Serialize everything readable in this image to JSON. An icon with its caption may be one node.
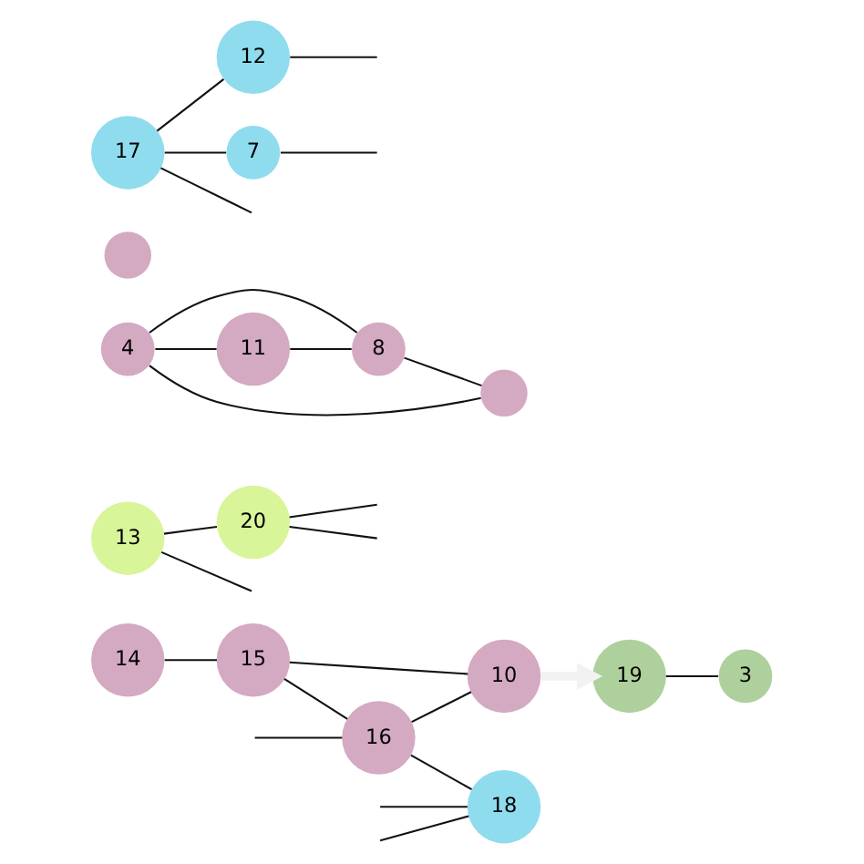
{
  "diagram": {
    "nodes": [
      {
        "text": [
          "14"
        ]
      },
      {
        "text": [
          "15"
        ]
      },
      {
        "text": [
          "16"
        ]
      },
      {
        "text": [
          "10"
        ]
      },
      {
        "text": [
          "18"
        ]
      },
      {
        "text": [
          "20"
        ]
      },
      {
        "text": [
          "13"
        ]
      },
      {
        "text": [
          "4"
        ]
      },
      {
        "text": [
          "8"
        ]
      },
      {
        "text": [
          "11"
        ]
      },
      {
        "text": [],
        "shape": "circle"
      },
      {
        "text": [
          "19"
        ]
      },
      {
        "text": [
          "3"
        ]
      },
      {
        "text": [],
        "shape": "circle"
      },
      {
        "text": [
          "12"
        ]
      },
      {
        "text": [
          "17"
        ]
      },
      {
        "text": [
          "7"
        ]
      }
    ],
    "edges": [
      {
        "from": 0,
        "to": 1,
        "arrow": "none"
      },
      {
        "from": 1,
        "to": 2,
        "arrow": "none"
      },
      {
        "from": 1,
        "to": 3,
        "arrow": "none"
      },
      {
        "from": 2,
        "to": 3,
        "arrow": "none"
      },
      {
        "from": 2,
        "to": 4,
        "arrow": "none"
      },
      {
        "from": null,
        "to": 2,
        "arrow": "none"
      },
      {
        "from": null,
        "to": 4,
        "arrow": "none"
      },
      {
        "from": null,
        "to": 4,
        "arrow": "none"
      },
      {
        "from": 3,
        "to": 11,
        "arrow": "to",
        "style": "thick",
        "color": "#f2f2f2"
      },
      {
        "from": 6,
        "to": 5,
        "arrow": "none"
      },
      {
        "from": 5,
        "to": null,
        "arrow": "none"
      },
      {
        "from": 5,
        "to": null,
        "arrow": "none"
      },
      {
        "from": 6,
        "to": null,
        "arrow": "none"
      },
      {
        "from": 7,
        "to": 8,
        "arrow": "none"
      },
      {
        "from": 7,
        "to": 9,
        "arrow": "none"
      },
      {
        "from": 7,
        "to": 10,
        "arrow": "none"
      },
      {
        "from": 9,
        "to": 8,
        "arrow": "none"
      },
      {
        "from": 8,
        "to": 10,
        "arrow": "none"
      },
      {
        "from": 11,
        "to": 12,
        "arrow": "none"
      },
      {
        "from": 15,
        "to": 14,
        "arrow": "none"
      },
      {
        "from": 14,
        "to": null,
        "arrow": "none"
      },
      {
        "from": 15,
        "to": 16,
        "arrow": "none"
      },
      {
        "from": 15,
        "to": null,
        "arrow": "none"
      },
      {
        "from": 16,
        "to": null,
        "arrow": "none"
      }
    ]
  }
}
